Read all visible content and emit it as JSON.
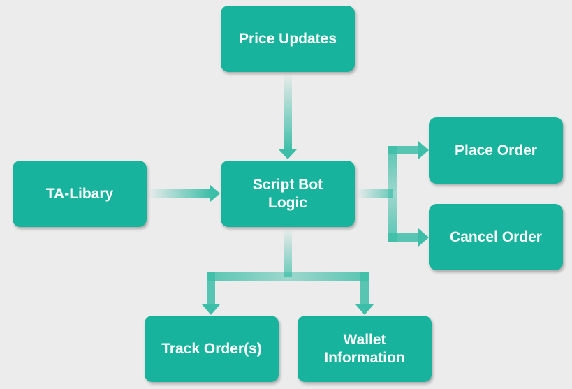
{
  "diagram": {
    "colors": {
      "node_fill": "#17b39d",
      "node_text": "#ffffff",
      "connector": "#3dbea8",
      "background": "#ececec"
    },
    "nodes": {
      "price_updates": "Price Updates",
      "ta_library": "TA-Libary",
      "script_bot_logic": "Script Bot\nLogic",
      "place_order": "Place Order",
      "cancel_order": "Cancel Order",
      "track_orders": "Track Order(s)",
      "wallet_information": "Wallet\nInformation"
    },
    "edges": [
      {
        "from": "price_updates",
        "to": "script_bot_logic"
      },
      {
        "from": "ta_library",
        "to": "script_bot_logic"
      },
      {
        "from": "script_bot_logic",
        "to": "place_order"
      },
      {
        "from": "script_bot_logic",
        "to": "cancel_order"
      },
      {
        "from": "script_bot_logic",
        "to": "track_orders"
      },
      {
        "from": "script_bot_logic",
        "to": "wallet_information"
      }
    ]
  }
}
